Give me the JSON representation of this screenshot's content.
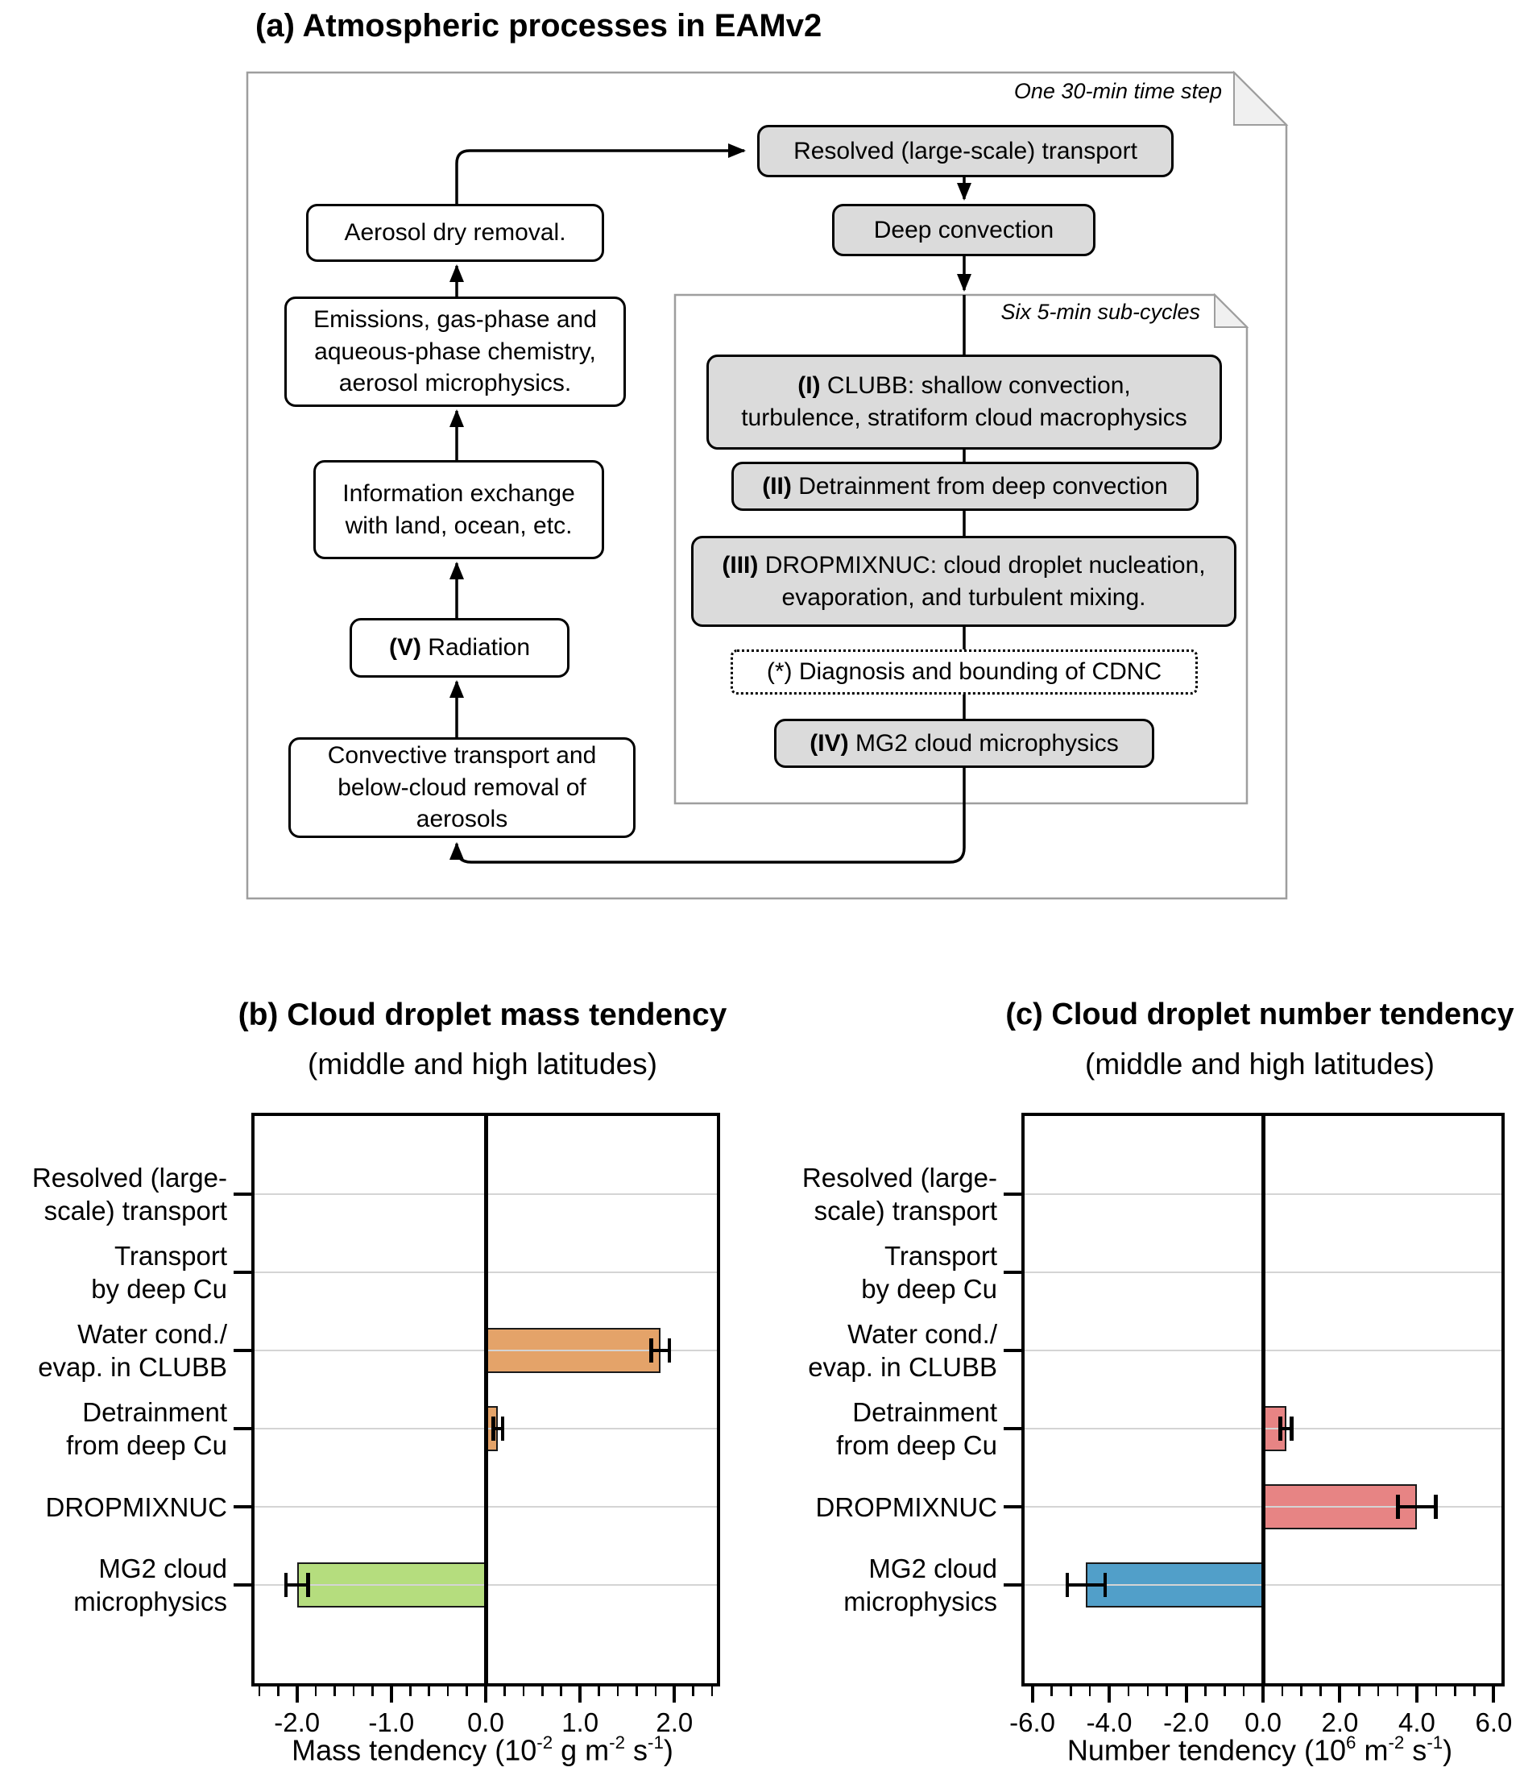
{
  "figure": {
    "panel_a_title": "(a) Atmospheric processes in EAMv2",
    "outer_note": "One 30-min time step",
    "inner_note": "Six 5-min sub-cycles"
  },
  "flowchart": {
    "boxes": {
      "resolved": {
        "lines": [
          [
            {
              "t": "Resolved (large-scale) transport"
            }
          ]
        ]
      },
      "deep": {
        "lines": [
          [
            {
              "t": "Deep convection"
            }
          ]
        ]
      },
      "clubb": {
        "lines": [
          [
            {
              "t": "(I)",
              "b": true
            },
            {
              "t": " CLUBB: shallow convection,"
            }
          ],
          [
            {
              "t": "turbulence, stratiform cloud macrophysics"
            }
          ]
        ]
      },
      "detrain": {
        "lines": [
          [
            {
              "t": "(II)",
              "b": true
            },
            {
              "t": " Detrainment from deep convection"
            }
          ]
        ]
      },
      "dropmixnuc": {
        "lines": [
          [
            {
              "t": "(III)",
              "b": true
            },
            {
              "t": " DROPMIXNUC: cloud droplet nucleation,"
            }
          ],
          [
            {
              "t": "evaporation, and turbulent mixing."
            }
          ]
        ]
      },
      "cdnc": {
        "lines": [
          [
            {
              "t": "(*) Diagnosis and bounding of CDNC"
            }
          ]
        ]
      },
      "mg2": {
        "lines": [
          [
            {
              "t": "(IV)",
              "b": true
            },
            {
              "t": " MG2 cloud microphysics"
            }
          ]
        ]
      },
      "aerosol_dry": {
        "lines": [
          [
            {
              "t": "Aerosol dry removal."
            }
          ]
        ]
      },
      "emissions": {
        "lines": [
          [
            {
              "t": "Emissions, gas-phase and"
            }
          ],
          [
            {
              "t": "aqueous-phase chemistry,"
            }
          ],
          [
            {
              "t": "aerosol microphysics."
            }
          ]
        ]
      },
      "info_exchange": {
        "lines": [
          [
            {
              "t": "Information exchange"
            }
          ],
          [
            {
              "t": "with land, ocean, etc."
            }
          ]
        ]
      },
      "radiation": {
        "lines": [
          [
            {
              "t": "(V)",
              "b": true
            },
            {
              "t": " Radiation"
            }
          ]
        ]
      },
      "convective": {
        "lines": [
          [
            {
              "t": "Convective transport and"
            }
          ],
          [
            {
              "t": "below-cloud removal of"
            }
          ],
          [
            {
              "t": "aerosols"
            }
          ]
        ]
      }
    }
  },
  "chart_data": [
    {
      "id": "b",
      "type": "bar",
      "orientation": "horizontal",
      "title": "(b) Cloud droplet mass tendency",
      "subtitle": "(middle and high latitudes)",
      "xlabel_text": "Mass tendency (10^-2 g m^-2 s^-1)",
      "xlabel_segments": [
        {
          "t": "Mass tendency  (10"
        },
        {
          "t": "-2",
          "sup": true
        },
        {
          "t": " g m"
        },
        {
          "t": "-2",
          "sup": true
        },
        {
          "t": " s"
        },
        {
          "t": "-1",
          "sup": true
        },
        {
          "t": ")"
        }
      ],
      "categories": [
        [
          "Resolved (large-",
          "scale) transport"
        ],
        [
          "Transport",
          "by deep Cu"
        ],
        [
          "Water cond./",
          "evap. in CLUBB"
        ],
        [
          "Detrainment",
          "from deep Cu"
        ],
        [
          "DROPMIXNUC"
        ],
        [
          "MG2 cloud",
          "microphysics"
        ]
      ],
      "values": [
        0,
        0,
        1.85,
        0.13,
        0,
        -2.0
      ],
      "errors": [
        0,
        0,
        0.1,
        0.05,
        0,
        0.12
      ],
      "bar_colors": [
        null,
        null,
        "#e4a369",
        "#e4a369",
        null,
        "#b5dd7e"
      ],
      "xlim": [
        -2.45,
        2.45
      ],
      "xticks": [
        -2.0,
        -1.0,
        0.0,
        1.0,
        2.0
      ],
      "xtick_labels": [
        "-2.0",
        "-1.0",
        "0.0",
        "1.0",
        "2.0"
      ],
      "minor_tick_step": 0.2,
      "grid": "horizontal",
      "legend": "none"
    },
    {
      "id": "c",
      "type": "bar",
      "orientation": "horizontal",
      "title": "(c) Cloud droplet number tendency",
      "subtitle": "(middle and high latitudes)",
      "xlabel_text": "Number tendency (10^6 m^-2 s^-1)",
      "xlabel_segments": [
        {
          "t": "Number tendency  (10"
        },
        {
          "t": "6",
          "sup": true
        },
        {
          "t": " m"
        },
        {
          "t": "-2",
          "sup": true
        },
        {
          "t": " s"
        },
        {
          "t": "-1",
          "sup": true
        },
        {
          "t": ")"
        }
      ],
      "categories": [
        [
          "Resolved (large-",
          "scale) transport"
        ],
        [
          "Transport",
          "by deep Cu"
        ],
        [
          "Water cond./",
          "evap. in CLUBB"
        ],
        [
          "Detrainment",
          "from deep Cu"
        ],
        [
          "DROPMIXNUC"
        ],
        [
          "MG2 cloud",
          "microphysics"
        ]
      ],
      "values": [
        0,
        0,
        0,
        0.6,
        4.0,
        -4.6
      ],
      "errors": [
        0,
        0,
        0,
        0.15,
        0.5,
        0.5
      ],
      "bar_colors": [
        null,
        null,
        null,
        "#e78484",
        "#e78484",
        "#519fc9"
      ],
      "xlim": [
        -6.2,
        6.2
      ],
      "xticks": [
        -6.0,
        -4.0,
        -2.0,
        0.0,
        2.0,
        4.0,
        6.0
      ],
      "xtick_labels": [
        "-6.0",
        "-4.0",
        "-2.0",
        "0.0",
        "2.0",
        "4.0",
        "6.0"
      ],
      "minor_tick_step": 0.5,
      "grid": "horizontal",
      "legend": "none"
    }
  ],
  "colors": {
    "box_gray_fill": "#dbdbdb",
    "page_border": "#9e9e9e",
    "page_fold_fill": "#f0f0f0",
    "gridline": "#d4d4d4",
    "bar_orange": "#e4a369",
    "bar_green": "#b5dd7e",
    "bar_red": "#e78484",
    "bar_blue": "#519fc9"
  }
}
